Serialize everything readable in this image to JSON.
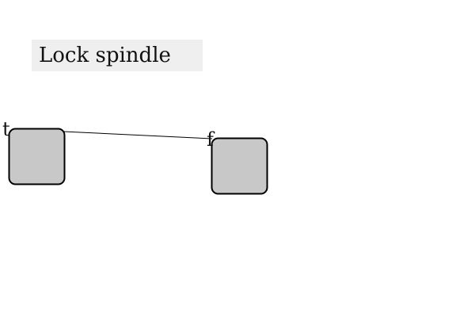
{
  "title": "Lock spindle",
  "colors": {
    "title_background": "#efefef",
    "node_fill": "#c8c8c8",
    "node_stroke": "#000000",
    "connector": "#000000"
  },
  "nodes": [
    {
      "id": "left-node",
      "label": "t"
    },
    {
      "id": "right-node",
      "label": "f"
    }
  ],
  "edges": [
    {
      "from": "left-node",
      "to": "right-node"
    }
  ]
}
